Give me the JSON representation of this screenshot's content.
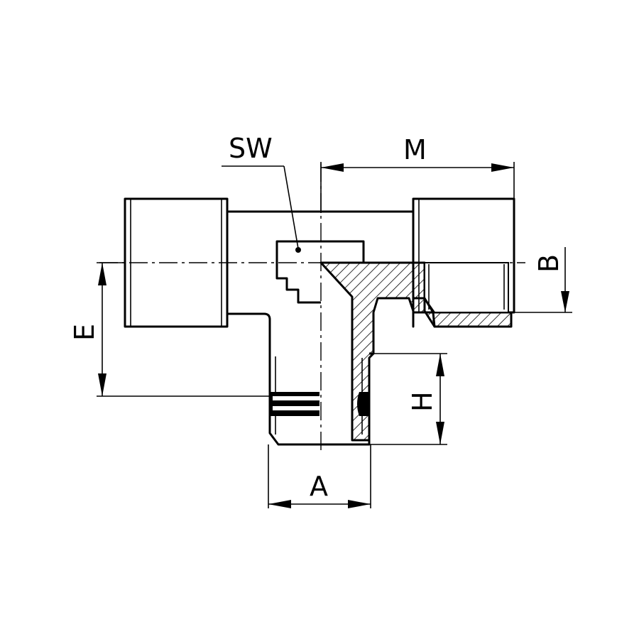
{
  "labels": {
    "sw": "SW",
    "m": "M",
    "b": "B",
    "e": "E",
    "h": "H",
    "a": "A"
  }
}
